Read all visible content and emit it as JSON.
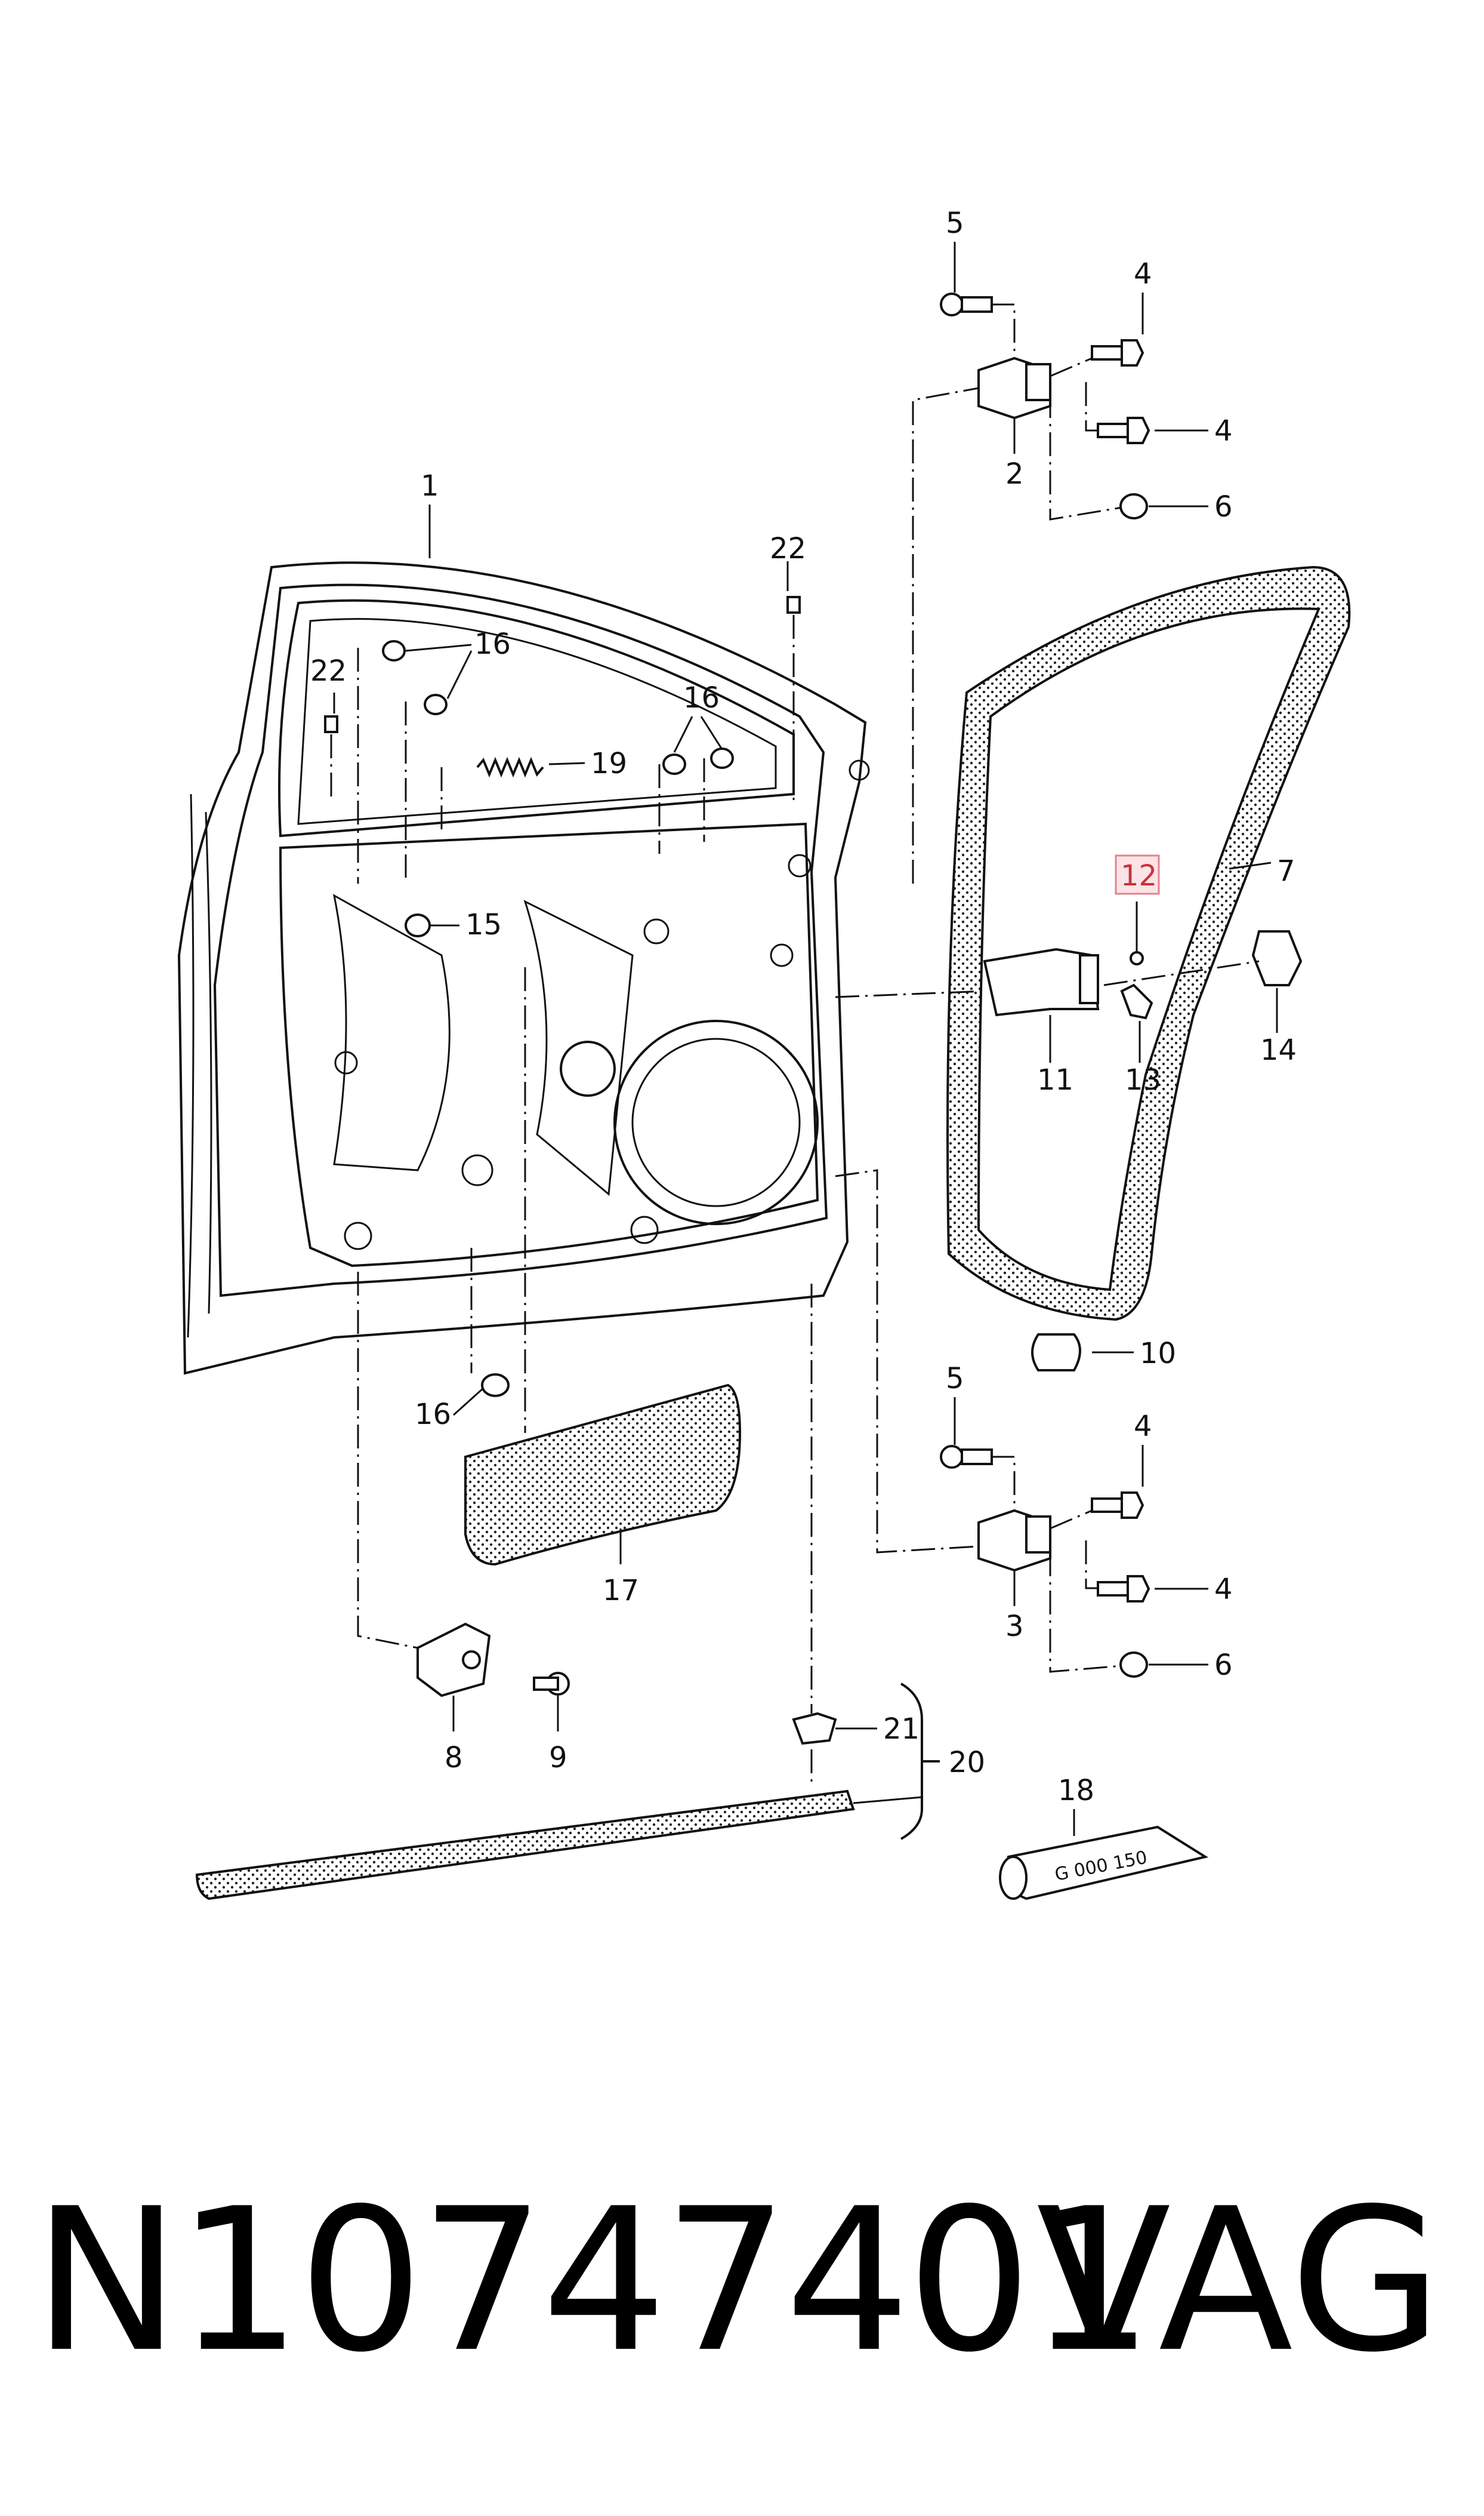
{
  "diagram": {
    "callouts": {
      "c1": "1",
      "c2": "2",
      "c3": "3",
      "c4a": "4",
      "c4b": "4",
      "c4c": "4",
      "c4d": "4",
      "c5a": "5",
      "c5b": "5",
      "c6a": "6",
      "c6b": "6",
      "c7": "7",
      "c8": "8",
      "c9": "9",
      "c10": "10",
      "c11": "11",
      "c12": "12",
      "c13": "13",
      "c14": "14",
      "c15": "15",
      "c16a": "16",
      "c16b": "16",
      "c16c": "16",
      "c17": "17",
      "c18": "18",
      "c19": "19",
      "c20": "20",
      "c21": "21",
      "c22a": "22",
      "c22b": "22"
    },
    "tube_label": "G 000 150",
    "highlight_color": "#e2848f"
  },
  "footer": {
    "part_number": "N10747401",
    "brand": "VAG"
  }
}
